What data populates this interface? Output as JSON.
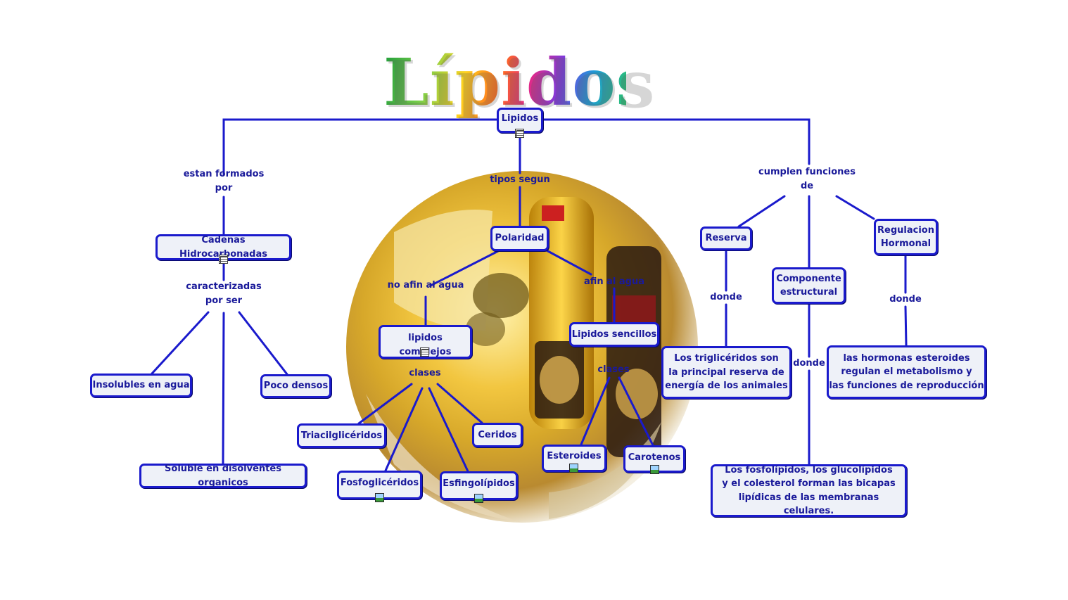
{
  "title": "Lípidos",
  "colors": {
    "node_border": "#1a1acc",
    "node_text": "#1a1a9a",
    "line": "#1a1acc",
    "node_fill": "#eef1f8"
  },
  "nodes": {
    "root": "Lipidos",
    "cadenas": "Cadenas Hidrocarbonadas",
    "insolubles": "Insolubles en agua",
    "poco_densos": "Poco densos",
    "soluble": "Soluble en disolventes organicos",
    "polaridad": "Polaridad",
    "complejos": "lipidos complejos",
    "sencillos": "Lipidos sencillos",
    "triacil": "Triacilglicéridos",
    "ceridos": "Ceridos",
    "fosfogli": "Fosfoglicéridos",
    "esfingo": "Esfingolípidos",
    "esteroides": "Esteroides",
    "carotenos": "Carotenos",
    "reserva": "Reserva",
    "componente": "Componente\nestructural",
    "regulacion": "Regulacion\nHormonal",
    "trigliceridos": "Los triglicéridos son\nla principal reserva de\nenergía de los animales",
    "hormonas": "las hormonas esteroides\nregulan el metabolismo y\nlas funciones de reproducción",
    "fosfolipidos": "Los fosfolípidos, los glucolípidos\ny el colesterol forman las bicapas\nlipídicas de las membranas celulares."
  },
  "links": {
    "formados": "estan formados\npor",
    "tipos": "tipos segun",
    "funciones": "cumplen funciones\nde",
    "caracterizadas": "caracterizadas\npor ser",
    "no_afin": "no afin al agua",
    "afin": "afin al agua",
    "clases_1": "clases",
    "clases_2": "clases",
    "donde_1": "donde",
    "donde_2": "donde",
    "donde_3": "donde"
  },
  "icons": {
    "root": "document-icon",
    "cadenas": "document-icon",
    "complejos": "document-icon",
    "fosfogli": "image-icon",
    "esfingo": "image-icon",
    "esteroides": "image-icon",
    "carotenos": "image-icon"
  }
}
